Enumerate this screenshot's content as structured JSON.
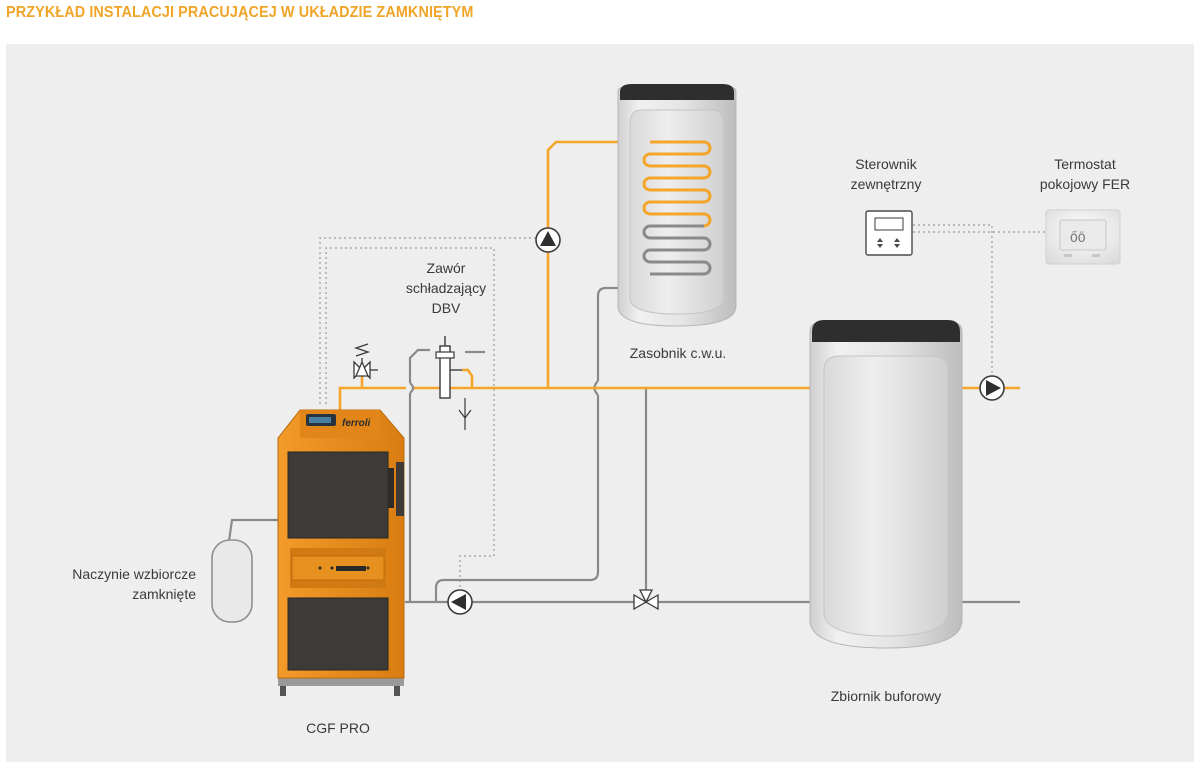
{
  "header": {
    "title": "PRZYKŁAD INSTALACJI PRACUJĄCEJ W UKŁADZIE ZAMKNIĘTYM"
  },
  "labels": {
    "valve_line1": "Zawór",
    "valve_line2": "schładzający",
    "valve_line3": "DBV",
    "dhw_tank": "Zasobnik c.w.u.",
    "controller_line1": "Sterownik",
    "controller_line2": "zewnętrzny",
    "thermostat_line1": "Termostat",
    "thermostat_line2": "pokojowy FER",
    "expansion_line1": "Naczynie wzbiorcze",
    "expansion_line2": "zamknięte",
    "buffer_tank": "Zbiornik buforowy",
    "boiler": "CGF PRO",
    "brand": "ferroli"
  },
  "colors": {
    "title": "#f0a428",
    "hot_pipe": "#f5a52a",
    "return_pipe": "#8a8a8a",
    "signal_line": "#9a9a9a",
    "boiler_body": "#e58a1e",
    "boiler_panel": "#3d3a38",
    "background": "#eeeeee"
  },
  "icons": [
    "pump-icon",
    "safety-valve-icon",
    "three-way-valve-icon",
    "controller-icon",
    "thermostat-icon"
  ]
}
